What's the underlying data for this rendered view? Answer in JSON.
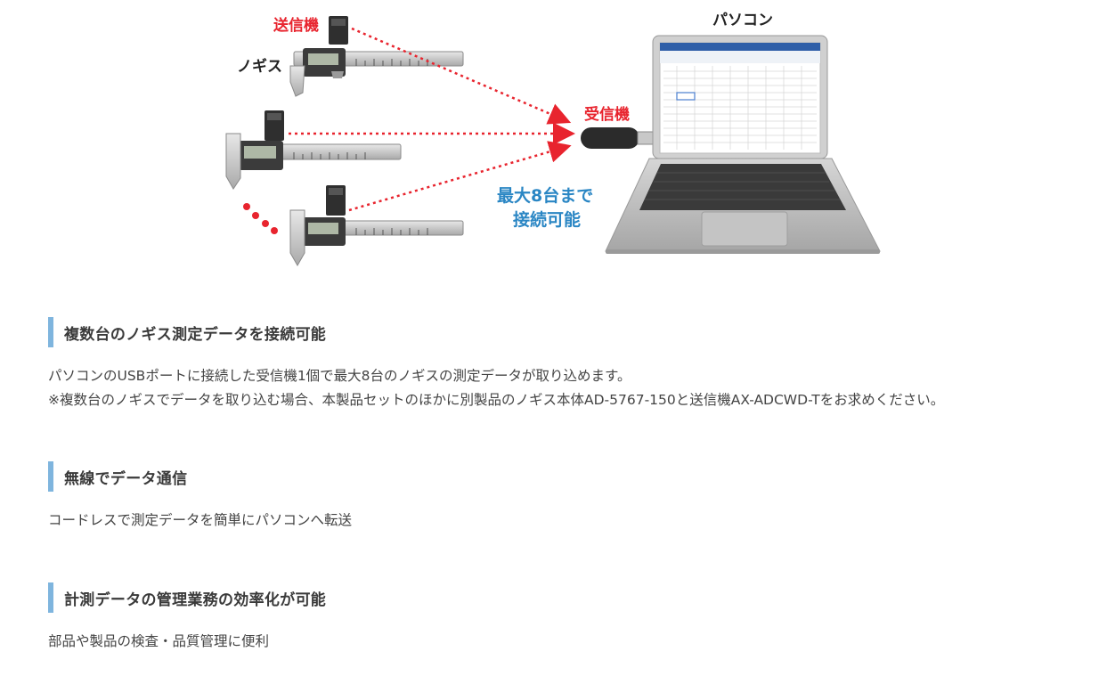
{
  "diagram": {
    "transmitter_label": "送信機",
    "caliper_label": "ノギス",
    "receiver_label": "受信機",
    "pc_label": "パソコン",
    "capacity_line1": "最大8台まで",
    "capacity_line2": "接続可能",
    "colors": {
      "red": "#e8242e",
      "blue": "#2a86c4",
      "steel": "#c9c9c9",
      "dark": "#333333"
    }
  },
  "sections": [
    {
      "title": "複数台のノギス測定データを接続可能",
      "lines": [
        "パソコンのUSBポートに接続した受信機1個で最大8台のノギスの測定データが取り込めます。",
        "※複数台のノギスでデータを取り込む場合、本製品セットのほかに別製品のノギス本体AD-5767-150と送信機AX-ADCWD-Tをお求めください。"
      ]
    },
    {
      "title": "無線でデータ通信",
      "lines": [
        "コードレスで測定データを簡単にパソコンへ転送"
      ]
    },
    {
      "title": "計測データの管理業務の効率化が可能",
      "lines": [
        "部品や製品の検査・品質管理に便利"
      ]
    }
  ],
  "accent_color": "#7fb5de"
}
